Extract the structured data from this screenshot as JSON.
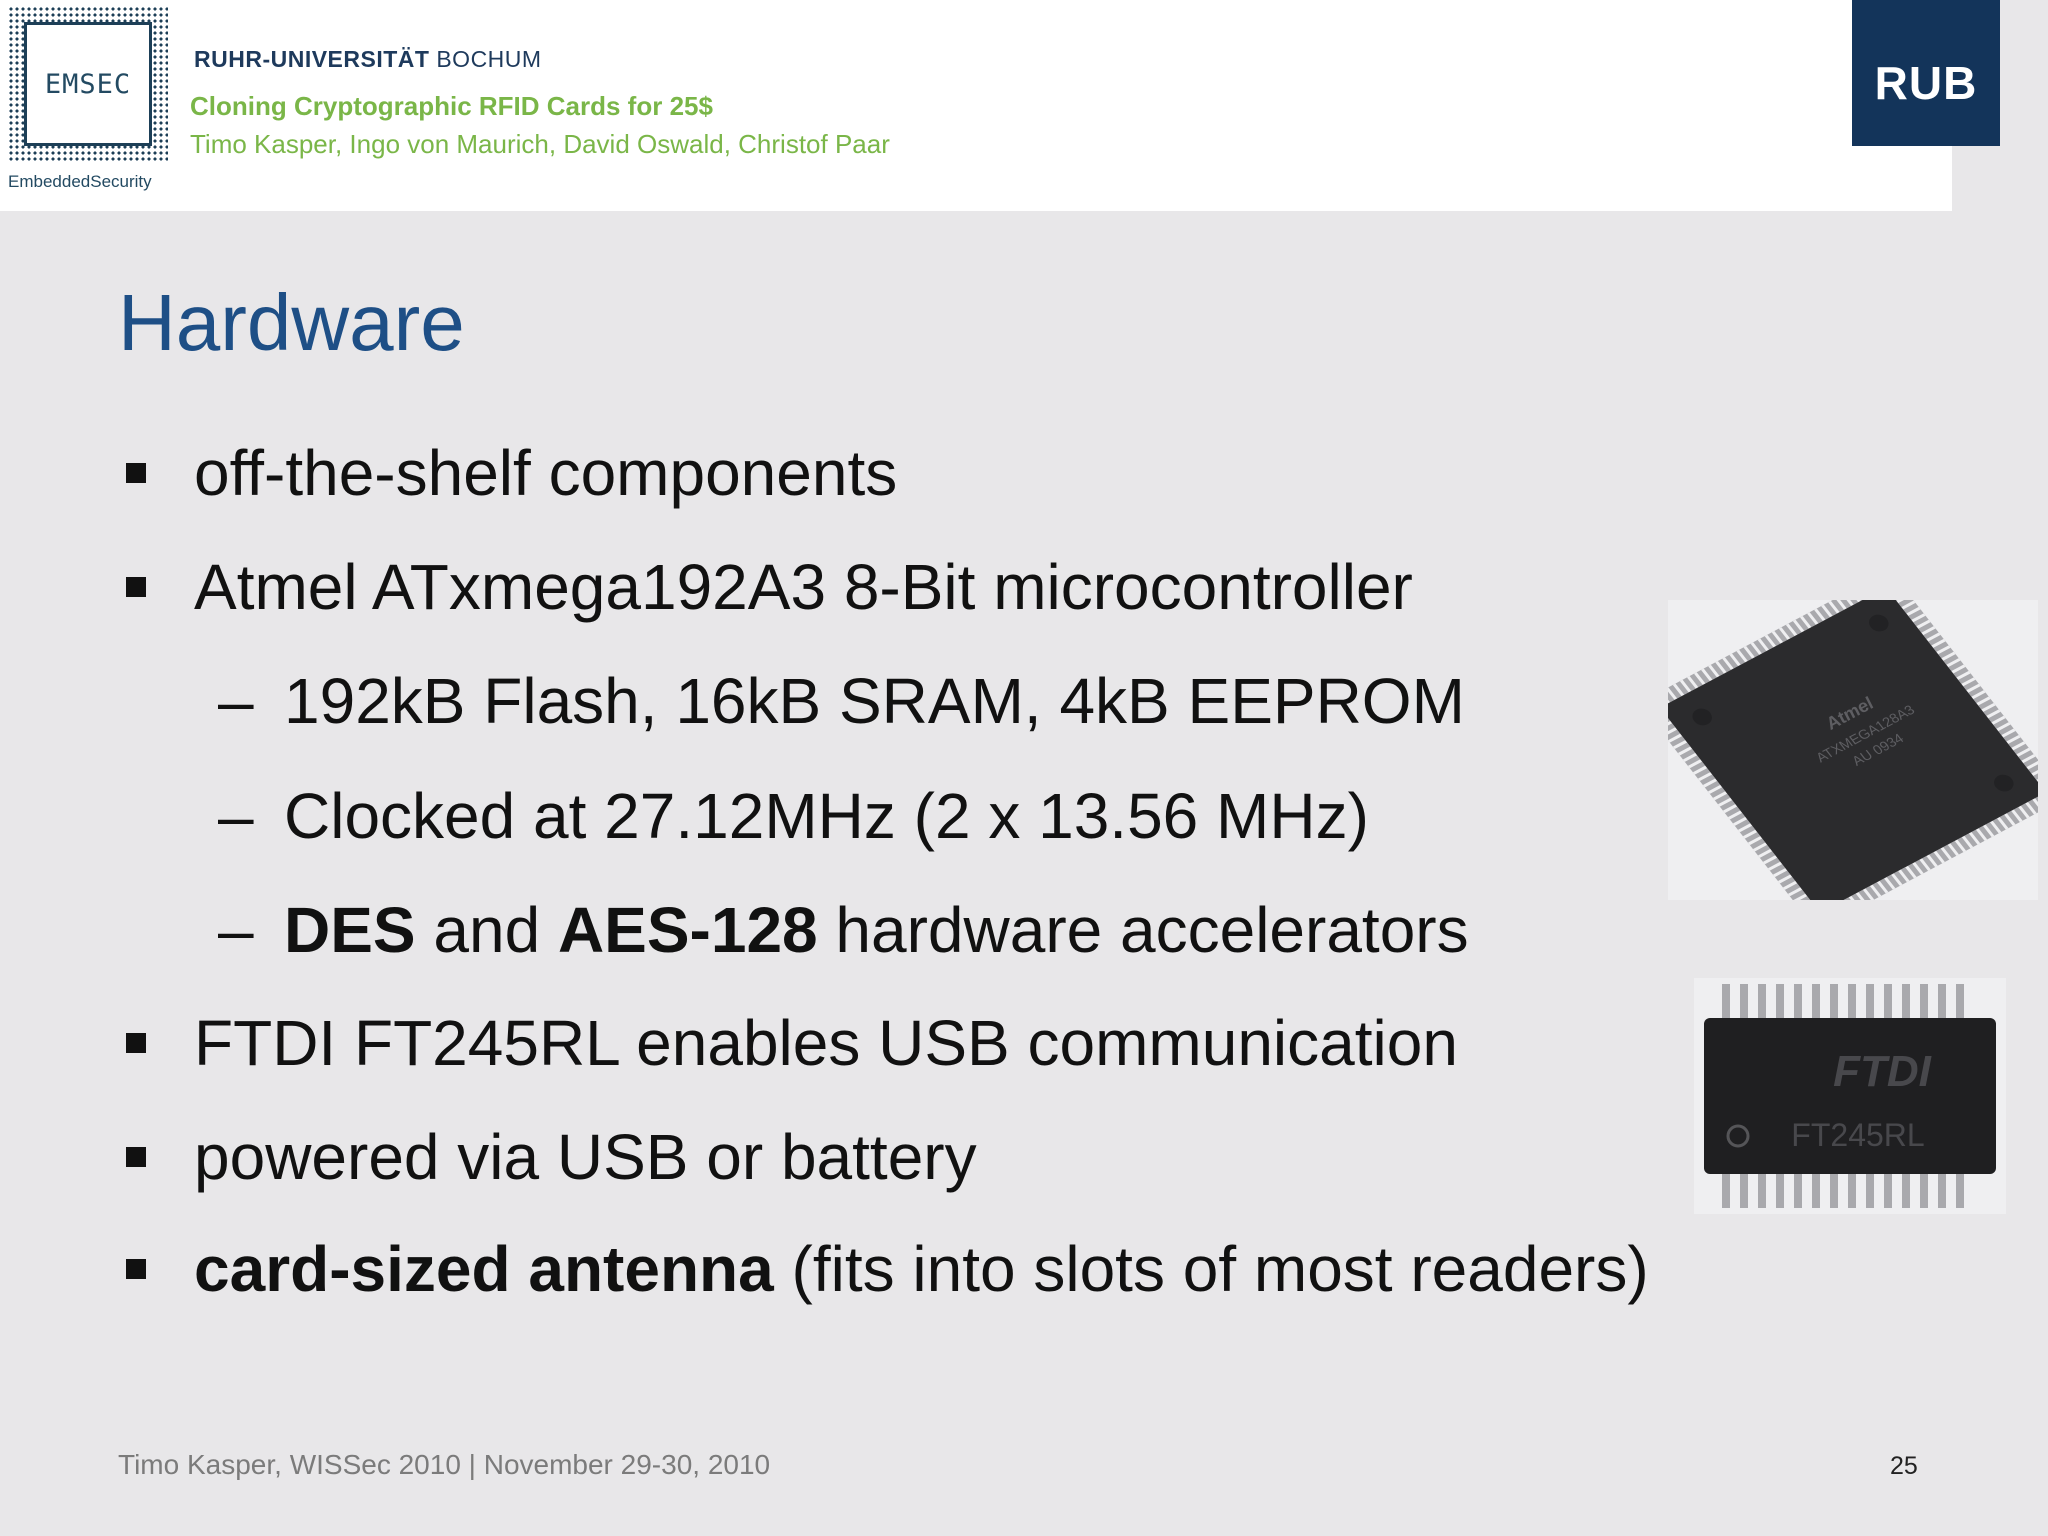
{
  "header": {
    "emsec_logo_text": "EMSEC",
    "emsec_caption": "EmbeddedSecurity",
    "university_bold": "RUHR-UNIVERSITÄT",
    "university_regular": "BOCHUM",
    "talk_title": "Cloning Cryptographic RFID Cards for 25$",
    "authors": "Timo Kasper, Ingo von Maurich, David Oswald, Christof Paar",
    "rub_logo_text": "RUB"
  },
  "slide": {
    "title": "Hardware",
    "bullets": {
      "b1": "off-the-shelf components",
      "b2": "Atmel ATxmega192A3 8-Bit microcontroller",
      "b2_sub1": "192kB Flash, 16kB SRAM, 4kB EEPROM",
      "b2_sub2": "Clocked at 27.12MHz (2 x 13.56 MHz)",
      "b2_sub3_bold1": "DES",
      "b2_sub3_mid": " and ",
      "b2_sub3_bold2": "AES-128",
      "b2_sub3_rest": " hardware accelerators",
      "b3": "FTDI FT245RL enables USB communication",
      "b4": "powered via USB or battery",
      "b5_bold": "card-sized antenna",
      "b5_rest": " (fits into slots of most readers)"
    },
    "dash": "–",
    "images": {
      "mcu_chip_label_line1": "ATXMEGA128A3",
      "mcu_chip_label_line2": "AU 0934",
      "mcu_chip_brand": "Atmel",
      "ftdi_chip_brand": "FTDI",
      "ftdi_chip_model": "FT245RL"
    }
  },
  "footer": {
    "text": "Timo Kasper, WISSec 2010 | November 29-30, 2010",
    "page_number": "25"
  },
  "colors": {
    "background": "#e8e7e9",
    "title_blue": "#1e4f86",
    "accent_green": "#7ab648",
    "rub_navy": "#13345a"
  }
}
